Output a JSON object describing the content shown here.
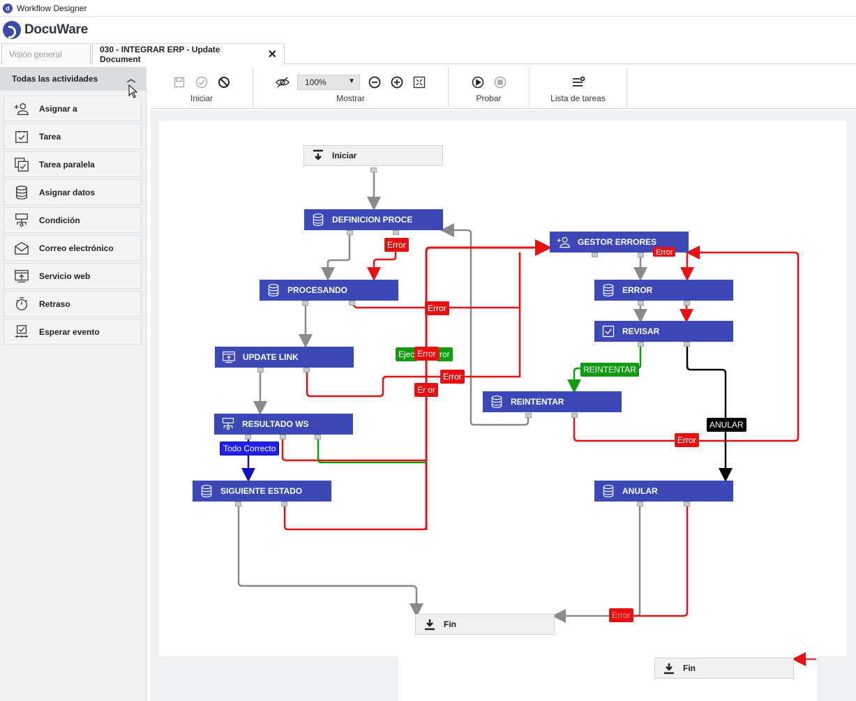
{
  "window": {
    "title": "Workflow Designer"
  },
  "brand": {
    "name": "DocuWare"
  },
  "tabs": [
    {
      "label": "Visión general"
    },
    {
      "label": "030 - INTEGRAR ERP - Update Document"
    }
  ],
  "sidebar": {
    "header": "Todas las actividades",
    "items": [
      {
        "label": "Asignar a",
        "icon": "user-add-icon"
      },
      {
        "label": "Tarea",
        "icon": "task-icon"
      },
      {
        "label": "Tarea paralela",
        "icon": "parallel-task-icon"
      },
      {
        "label": "Asignar datos",
        "icon": "database-icon"
      },
      {
        "label": "Condición",
        "icon": "condition-icon"
      },
      {
        "label": "Correo electrónico",
        "icon": "email-icon"
      },
      {
        "label": "Servicio web",
        "icon": "web-service-icon"
      },
      {
        "label": "Retraso",
        "icon": "timer-icon"
      },
      {
        "label": "Esperar evento",
        "icon": "wait-event-icon"
      }
    ]
  },
  "toolbar": {
    "groups": [
      {
        "label": "Iniciar"
      },
      {
        "label": "Mostrar"
      },
      {
        "label": "Probar"
      },
      {
        "label": "Lista de tareas"
      }
    ],
    "zoom": "100%"
  },
  "workflow": {
    "nodes": {
      "start": "Iniciar",
      "definicion": "DEFINICION PROCE",
      "gestor": "GESTOR ERRORES",
      "procesando": "PROCESANDO",
      "error": "ERROR",
      "revisar": "REVISAR",
      "update": "UPDATE LINK",
      "reintentar": "REINTENTAR",
      "resultado": "RESULTADO WS",
      "siguiente": "SIGUIENTE ESTADO",
      "anular": "ANULAR",
      "fin": "Fin",
      "fin2": "Fin"
    },
    "labels": {
      "error": "Error",
      "error_partial": "Error",
      "error_ror": "ror",
      "ejec": "Ejec",
      "reintentar": "REINTENTAR",
      "anular": "ANULAR",
      "todo_correcto": "Todo Correcto",
      "er_or": "Er or"
    },
    "colors": {
      "node": "#3d48b8",
      "error": "#e81010",
      "success": "#119b11",
      "connector": "#8a8a8a"
    }
  }
}
